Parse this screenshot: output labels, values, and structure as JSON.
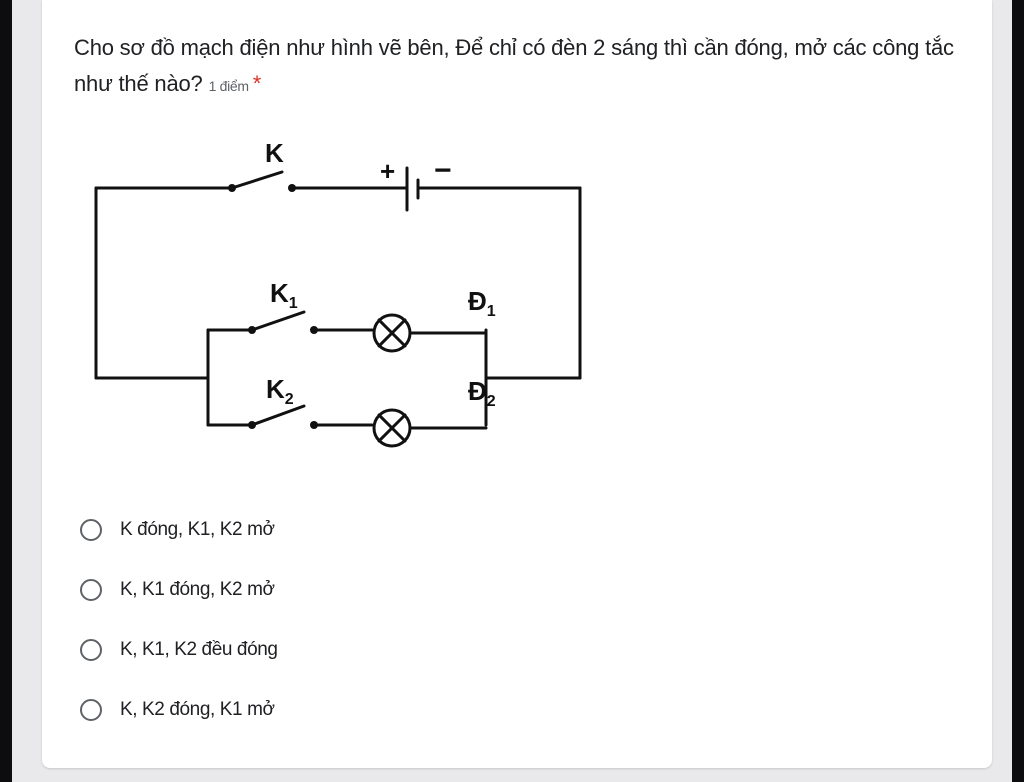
{
  "question": {
    "title": "Cho sơ đồ mạch điện như hình vẽ bên, Để chỉ có đèn 2 sáng thì cần đóng, mở các công tắc như thế nào?",
    "points": "1 điểm",
    "required_mark": "*"
  },
  "circuit": {
    "switch_main": "K",
    "switch_1": "K",
    "switch_1_sub": "1",
    "switch_2": "K",
    "switch_2_sub": "2",
    "lamp_1": "Đ",
    "lamp_1_sub": "1",
    "lamp_2": "Đ",
    "lamp_2_sub": "2",
    "battery_plus": "+",
    "battery_minus": "−"
  },
  "options": [
    {
      "label": "K đóng, K1, K2 mở"
    },
    {
      "label": "K, K1 đóng, K2 mở"
    },
    {
      "label": "K, K1, K2 đều đóng"
    },
    {
      "label": "K, K2 đóng, K1 mở"
    }
  ],
  "colors": {
    "required": "#d93025",
    "text": "#202124",
    "muted": "#5f6368"
  }
}
